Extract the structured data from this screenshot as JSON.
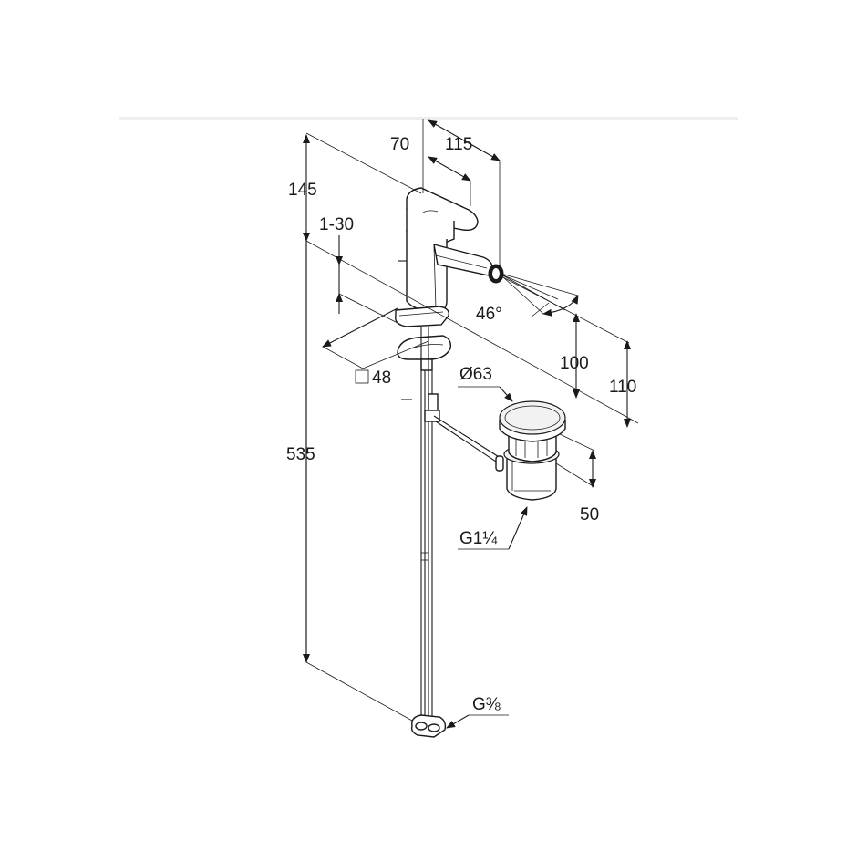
{
  "dimensions": {
    "d70": "70",
    "d115": "115",
    "d145": "145",
    "d1_30": "1-30",
    "d46": "46°",
    "d48": "48",
    "d63": "Ø63",
    "d100": "100",
    "d110": "110",
    "d535": "535",
    "d50": "50",
    "g114": "G1¼",
    "g38": "G⅜"
  },
  "colors": {
    "line": "#1a1a1a",
    "divider": "#eeeeee",
    "background": "#ffffff"
  }
}
